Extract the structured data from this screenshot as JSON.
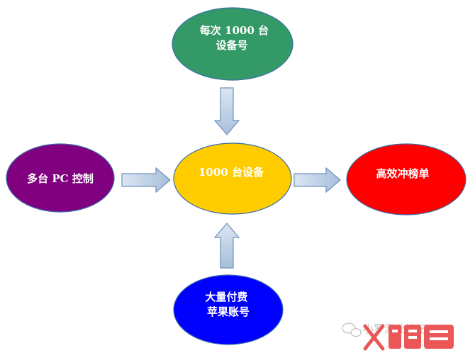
{
  "nodes": {
    "top": {
      "lines": [
        "每次 1000 台",
        "设备号"
      ],
      "fill": "#339966",
      "stroke": "#3a6ea5"
    },
    "center": {
      "lines": [
        "1000 台设备"
      ],
      "fill": "#ffcc00",
      "stroke": "#3a6ea5"
    },
    "left": {
      "lines": [
        "多台 PC 控制"
      ],
      "fill": "#800080",
      "stroke": "#3a6ea5"
    },
    "right": {
      "lines": [
        "高效冲榜单"
      ],
      "fill": "#ff0000",
      "stroke": "#3a6ea5"
    },
    "bottom": {
      "lines": [
        "大量付费",
        "苹果账号"
      ],
      "fill": "#0000ff",
      "stroke": "#3a6ea5"
    }
  },
  "arrows": {
    "fill": "#b9cde5",
    "stroke": "#6f8fb8"
  },
  "watermark": {
    "text": "小罗测业笔记",
    "logo": "X鲤鱼"
  }
}
